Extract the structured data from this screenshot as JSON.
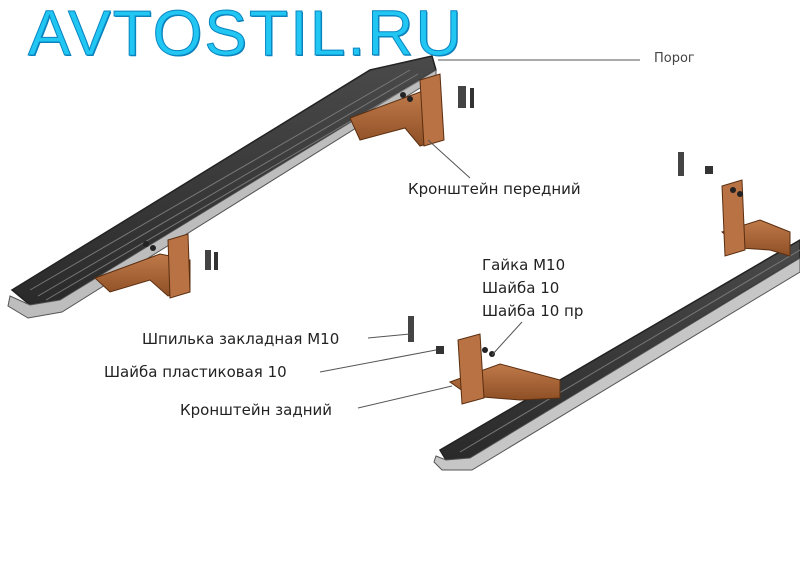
{
  "brand": {
    "text": "AVTOSTIL.RU",
    "color": "#21c7f2"
  },
  "labels": {
    "porog": "Порог",
    "front_bracket": "Кронштейн передний",
    "nut": "Гайка М10",
    "washer": "Шайба 10",
    "spring_washer": "Шайба 10 пр",
    "stud": "Шпилька закладная М10",
    "plastic_washer": "Шайба пластиковая 10",
    "rear_bracket": "Кронштейн задний"
  },
  "colors": {
    "step_board": "#3a3a3a",
    "step_edge": "#bcbcbc",
    "bracket": "#a8663a",
    "leader": "#555555"
  }
}
